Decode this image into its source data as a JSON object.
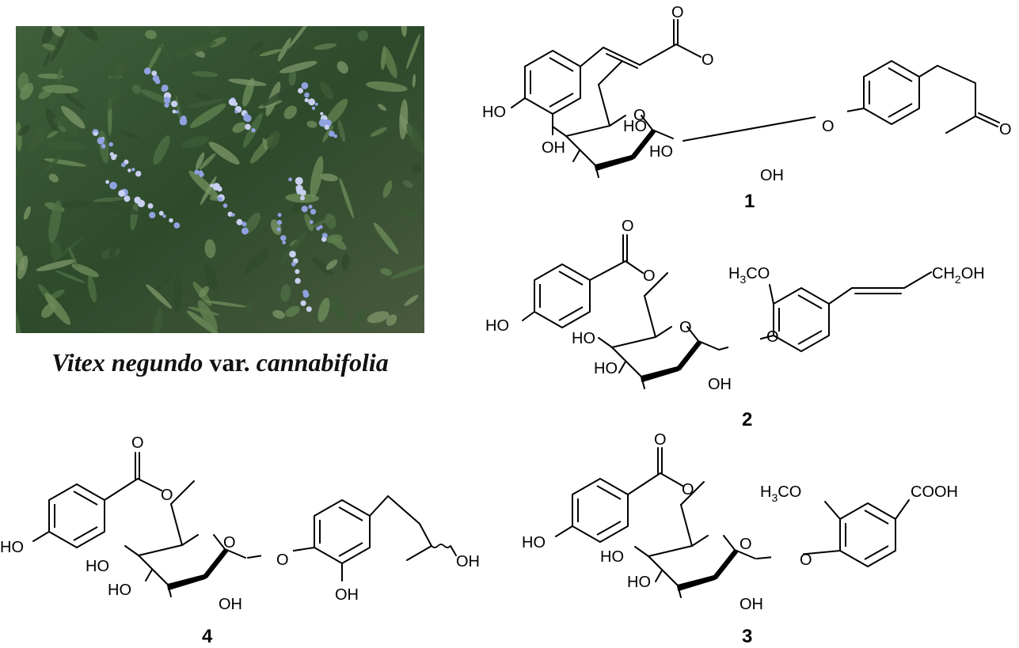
{
  "caption": {
    "genus_species": "Vitex negundo",
    "rank": "var.",
    "variety": "cannabifolia"
  },
  "compounds": [
    {
      "number": "1",
      "labels": {
        "ho_a": "HO",
        "ho_b": "OH",
        "o_carbonyl": "O",
        "o_ester": "O",
        "o_ring": "O",
        "ho4": "HO",
        "ho3": "HO",
        "oh2": "OH",
        "o_link": "O",
        "o_ketone": "O"
      }
    },
    {
      "number": "2",
      "labels": {
        "o_carbonyl": "O",
        "o_ester": "O",
        "ho_phenol": "HO",
        "o_ring": "O",
        "ho4": "HO",
        "ho3": "HO",
        "oh2": "OH",
        "o_link": "O",
        "methoxy_main": "H",
        "methoxy_sub": "3",
        "methoxy_end": "CO",
        "alcohol_main": "CH",
        "alcohol_sub": "2",
        "alcohol_end": "OH"
      }
    },
    {
      "number": "3",
      "labels": {
        "o_carbonyl": "O",
        "o_ester": "O",
        "ho_phenol": "HO",
        "o_ring": "O",
        "ho4": "HO",
        "ho3": "HO",
        "oh2": "OH",
        "o_link": "O",
        "methoxy_main": "H",
        "methoxy_sub": "3",
        "methoxy_end": "CO",
        "acid": "COOH"
      }
    },
    {
      "number": "4",
      "labels": {
        "o_carbonyl": "O",
        "o_ester": "O",
        "ho_phenol": "HO",
        "o_ring": "O",
        "ho4": "HO",
        "ho3": "HO",
        "oh2": "OH",
        "o_link": "O",
        "oh_aromatic": "OH",
        "oh_chain": "OH"
      }
    }
  ]
}
